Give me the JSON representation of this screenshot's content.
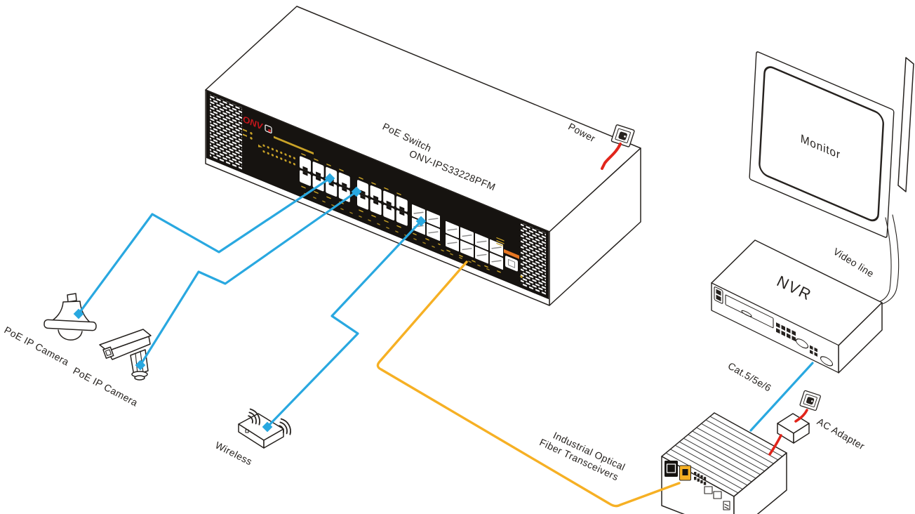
{
  "labels": {
    "power": "Power",
    "poe_switch": "PoE Switch",
    "switch_model": "ONV-IPS33228PFM",
    "switch_brand": "ONV",
    "monitor": "Monitor",
    "video_line": "Video line",
    "nvr": "NVR",
    "cat_cable": "Cat.5/5e/6",
    "ac_adapter": "AC Adapter",
    "transceiver_line1": "Industrial Optical",
    "transceiver_line2": "Fiber Transceivers",
    "camera_dome": "PoE IP Camera",
    "camera_bullet": "PoE IP Camera",
    "wireless": "Wireless"
  },
  "colors": {
    "blue": "#29A8E0",
    "yellow": "#F6B024",
    "red": "#E1251B",
    "gold": "#C9A227",
    "brand-red": "#C3161C",
    "orange": "#E87722",
    "line": "#26221F",
    "panel": "#161310"
  }
}
